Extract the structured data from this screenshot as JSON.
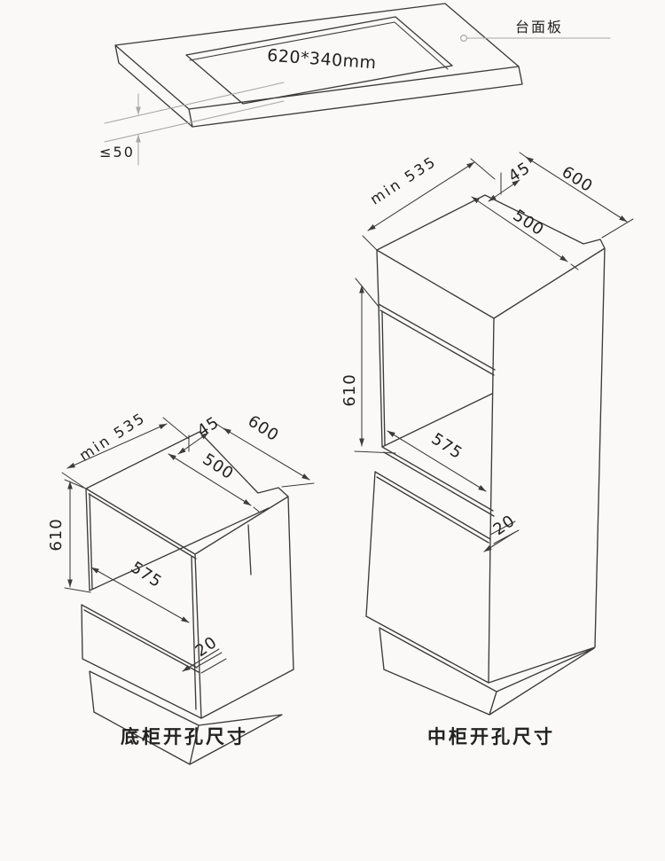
{
  "colors": {
    "background": "#faf9f7",
    "line_color": "#3c3c3c",
    "soft_gray": "#a8a8a8",
    "text_color": "#222222"
  },
  "countertop": {
    "part_label": "台面板",
    "cutout_size": "620*340mm",
    "thickness_max": "≤50"
  },
  "base_cabinet": {
    "caption": "底柜开孔尺寸",
    "depth_min": "min 535",
    "back_offset": "45",
    "width": "600",
    "opening_width": "500",
    "opening_height": "610",
    "opening_depth": "575",
    "lip": "20"
  },
  "tall_cabinet": {
    "caption": "中柜开孔尺寸",
    "depth_min": "min 535",
    "back_offset": "45",
    "width": "600",
    "opening_width": "500",
    "opening_height": "610",
    "opening_depth": "575",
    "lip": "20"
  }
}
